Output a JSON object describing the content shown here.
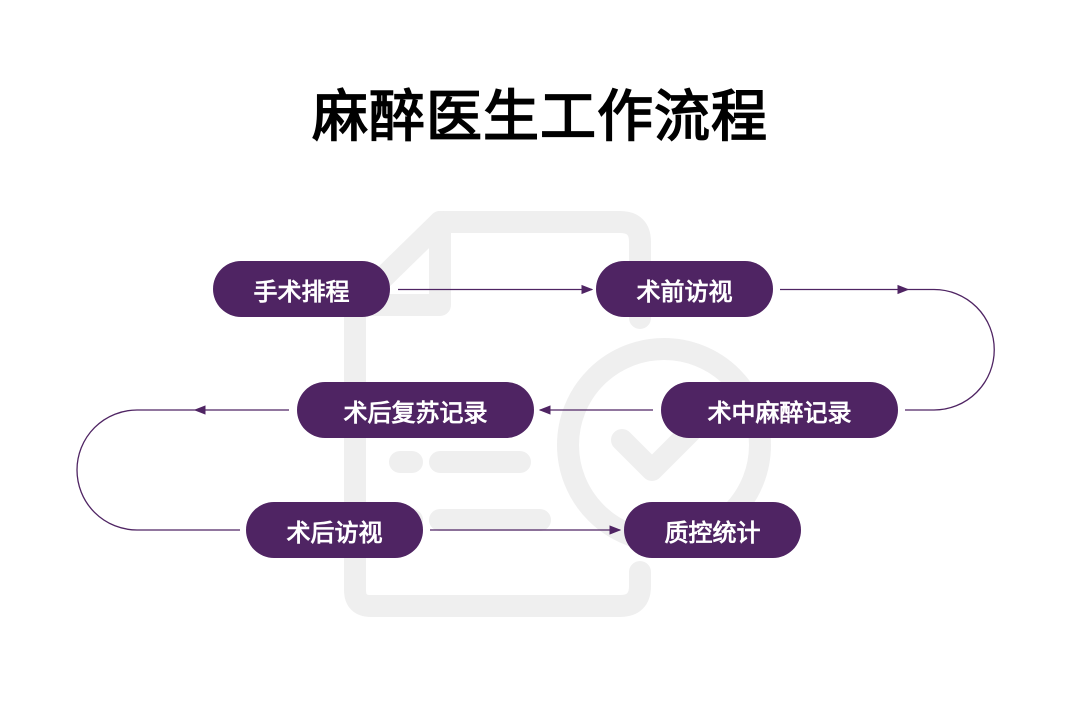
{
  "title": "麻醉医生工作流程",
  "colors": {
    "node_fill": "#4f2463",
    "node_text": "#ffffff",
    "arrow": "#4f2463",
    "watermark": "#efefef"
  },
  "watermark_icon": "document-check-icon",
  "nodes": [
    {
      "id": "paiche",
      "label": "手术排程"
    },
    {
      "id": "qianfang",
      "label": "术前访视"
    },
    {
      "id": "zhongmz",
      "label": "术中麻醉记录"
    },
    {
      "id": "houfusu",
      "label": "术后复苏记录"
    },
    {
      "id": "houfang",
      "label": "术后访视"
    },
    {
      "id": "zhikong",
      "label": "质控统计"
    }
  ],
  "edges": [
    {
      "from": "paiche",
      "to": "qianfang"
    },
    {
      "from": "qianfang",
      "to": "zhongmz"
    },
    {
      "from": "zhongmz",
      "to": "houfusu"
    },
    {
      "from": "houfusu",
      "to": "houfang"
    },
    {
      "from": "houfang",
      "to": "zhikong"
    }
  ]
}
